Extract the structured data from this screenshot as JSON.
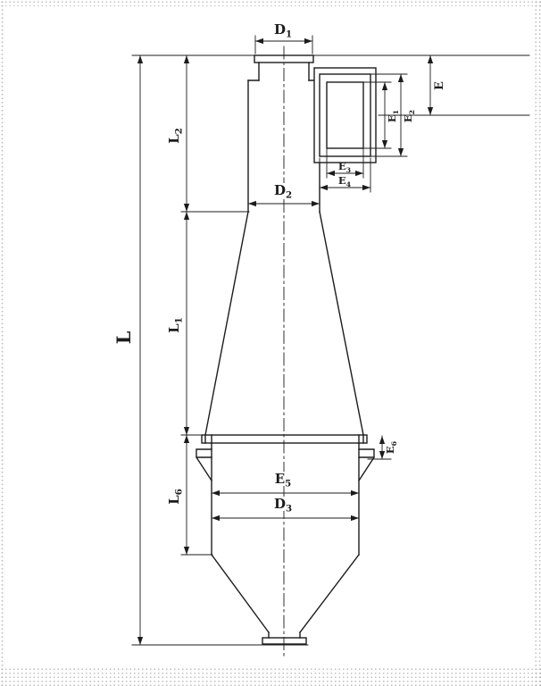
{
  "style": {
    "line_color": "#1c1c1c",
    "background_color": "#ffffff"
  },
  "dims": {
    "d1": {
      "base": "D",
      "sub": "1"
    },
    "d2": {
      "base": "D",
      "sub": "2"
    },
    "d3": {
      "base": "D",
      "sub": "3"
    },
    "l": {
      "base": "L",
      "sub": ""
    },
    "l1": {
      "base": "L",
      "sub": "1"
    },
    "l2": {
      "base": "L",
      "sub": "2"
    },
    "l6": {
      "base": "L",
      "sub": "6"
    },
    "e": {
      "base": "E",
      "sub": ""
    },
    "e1": {
      "base": "E",
      "sub": "1"
    },
    "e2": {
      "base": "E",
      "sub": "2"
    },
    "e3": {
      "base": "E",
      "sub": "3"
    },
    "e4": {
      "base": "E",
      "sub": "4"
    },
    "e5": {
      "base": "E",
      "sub": "5"
    },
    "e6": {
      "base": "E",
      "sub": "6"
    }
  }
}
